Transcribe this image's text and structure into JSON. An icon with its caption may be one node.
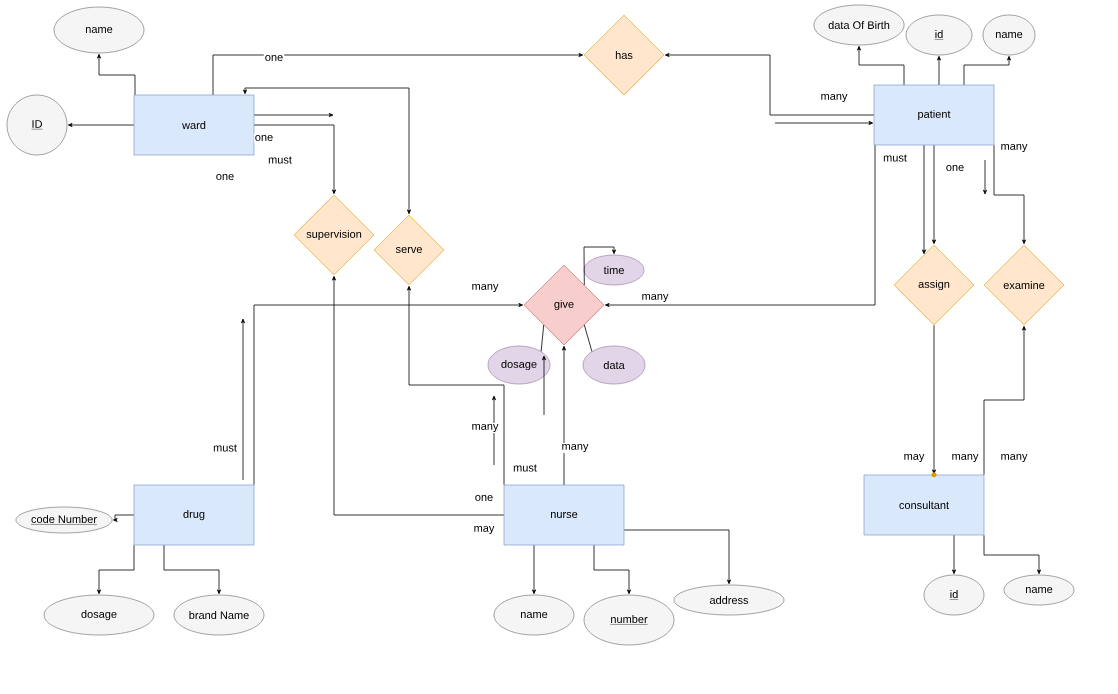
{
  "diagram": {
    "nodes": [
      {
        "text": [
          "name"
        ]
      },
      {
        "text": [
          "ward"
        ]
      },
      {
        "text": [
          "ID"
        ]
      },
      {
        "text": [
          "has"
        ]
      },
      {
        "text": [
          "data Of Birth"
        ]
      },
      {
        "text": [
          "id"
        ]
      },
      {
        "text": [
          "name"
        ]
      },
      {
        "text": [
          "patient"
        ]
      },
      {
        "text": [
          "supervision"
        ]
      },
      {
        "text": [
          "serve"
        ]
      },
      {
        "text": [
          "time"
        ]
      },
      {
        "text": [
          "give"
        ]
      },
      {
        "text": [
          "assign"
        ]
      },
      {
        "text": [
          "examine"
        ]
      },
      {
        "text": [
          "dosage"
        ]
      },
      {
        "text": [
          "data"
        ]
      },
      {
        "text": [
          "drug"
        ]
      },
      {
        "text": [
          "code Number"
        ]
      },
      {
        "text": [
          "nurse"
        ]
      },
      {
        "text": [
          "consultant"
        ]
      },
      {
        "text": [
          "dosage"
        ]
      },
      {
        "text": [
          "brand Name"
        ]
      },
      {
        "text": [
          "name"
        ]
      },
      {
        "text": [
          "number"
        ]
      },
      {
        "text": [
          "address"
        ]
      },
      {
        "text": [
          "id"
        ]
      },
      {
        "text": [
          "name"
        ]
      }
    ],
    "edges": [
      {
        "from": 1,
        "to": 0,
        "arrow": "to"
      },
      {
        "from": 1,
        "to": 2,
        "arrow": "to"
      },
      {
        "from": 1,
        "to": 3,
        "arrow": "to",
        "label": "one"
      },
      {
        "from": 7,
        "to": 3,
        "arrow": "to",
        "label": "many"
      },
      {
        "from": 1,
        "to": null,
        "arrow": "to"
      },
      {
        "from": null,
        "to": 7,
        "arrow": "to"
      },
      {
        "from": 1,
        "to": 8,
        "arrow": "to",
        "label": "one"
      },
      {
        "from": 1,
        "to": 9,
        "arrow": "both"
      },
      {
        "from": 16,
        "to": 11,
        "arrow": "to",
        "label": "many"
      },
      {
        "from": 7,
        "to": 11,
        "arrow": "to",
        "label": "many"
      },
      {
        "from": 11,
        "to": 10,
        "arrow": "to"
      },
      {
        "from": 11,
        "to": 14,
        "arrow": "none"
      },
      {
        "from": 11,
        "to": 15,
        "arrow": "none"
      },
      {
        "from": 7,
        "to": 12,
        "arrow": "to",
        "label": "must"
      },
      {
        "from": 7,
        "to": 12,
        "arrow": "to",
        "label": "one"
      },
      {
        "from": 7,
        "to": 13,
        "arrow": "to",
        "label": "many"
      },
      {
        "from": 12,
        "to": 19,
        "arrow": "to",
        "label": "may"
      },
      {
        "from": 19,
        "to": 13,
        "arrow": "to",
        "label": "many"
      },
      {
        "from": 18,
        "to": 8,
        "arrow": "to",
        "label": "one"
      },
      {
        "from": 18,
        "to": 9,
        "arrow": "to",
        "label": "many"
      },
      {
        "from": 18,
        "to": 11,
        "arrow": "to",
        "label": "many"
      },
      {
        "from": 16,
        "to": 17,
        "arrow": "to"
      },
      {
        "from": 16,
        "to": 20,
        "arrow": "to"
      },
      {
        "from": 16,
        "to": 21,
        "arrow": "to"
      },
      {
        "from": 18,
        "to": 22,
        "arrow": "to"
      },
      {
        "from": 18,
        "to": 23,
        "arrow": "to"
      },
      {
        "from": 18,
        "to": 24,
        "arrow": "to"
      },
      {
        "from": 19,
        "to": 25,
        "arrow": "to"
      },
      {
        "from": 19,
        "to": 26,
        "arrow": "to"
      },
      {
        "from": 7,
        "to": 4,
        "arrow": "to"
      },
      {
        "from": 7,
        "to": 5,
        "arrow": "to"
      },
      {
        "from": 7,
        "to": 6,
        "arrow": "to"
      }
    ],
    "labels": [
      "must",
      "one",
      "must",
      "many",
      "must",
      "may"
    ]
  }
}
